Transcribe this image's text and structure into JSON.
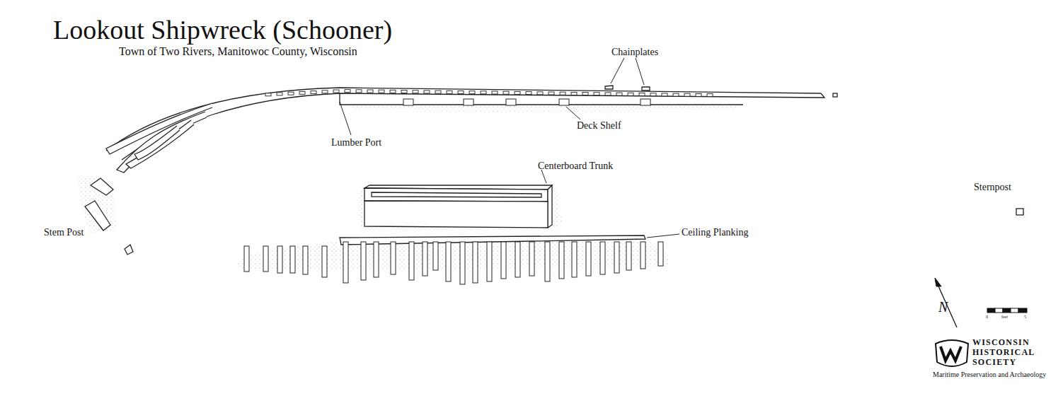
{
  "diagram": {
    "title": "Lookout Shipwreck (Schooner)",
    "caption": "Town of Two Rivers, Manitowoc County, Wisconsin",
    "labels": [
      "Chainplates",
      "Lumber Port",
      "Deck Shelf",
      "Centerboard Trunk",
      "Stem Post",
      "Ceiling Planking",
      "Sternpost",
      "N",
      "0",
      "feet",
      "5",
      "WISCONSIN",
      "HISTORICAL",
      "SOCIETY",
      "Maritime Preservation and Archaeology"
    ]
  }
}
